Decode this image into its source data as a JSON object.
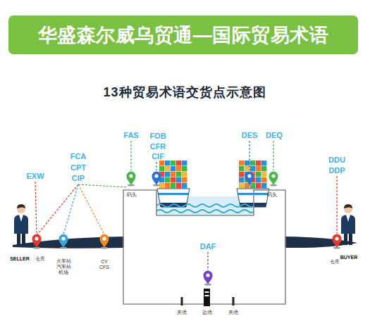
{
  "diagram": {
    "title": "13种贸易术语交货点示意图",
    "nodes": [
      {
        "text": [
          "华盛森尔威乌贸通—国际贸易术语"
        ]
      }
    ],
    "labels": [
      "EXW",
      "FCA",
      "CPT",
      "CIP",
      "FAS",
      "FOB",
      "CFR",
      "CIF",
      "DES",
      "DEQ",
      "DDU",
      "DDP",
      "码头",
      "码头",
      "SELLER",
      "仓库",
      "火车站 汽车站 机场",
      "CY CFS",
      "DAF",
      "仓库",
      "BUYER",
      "关境",
      "边境",
      "关境"
    ]
  }
}
